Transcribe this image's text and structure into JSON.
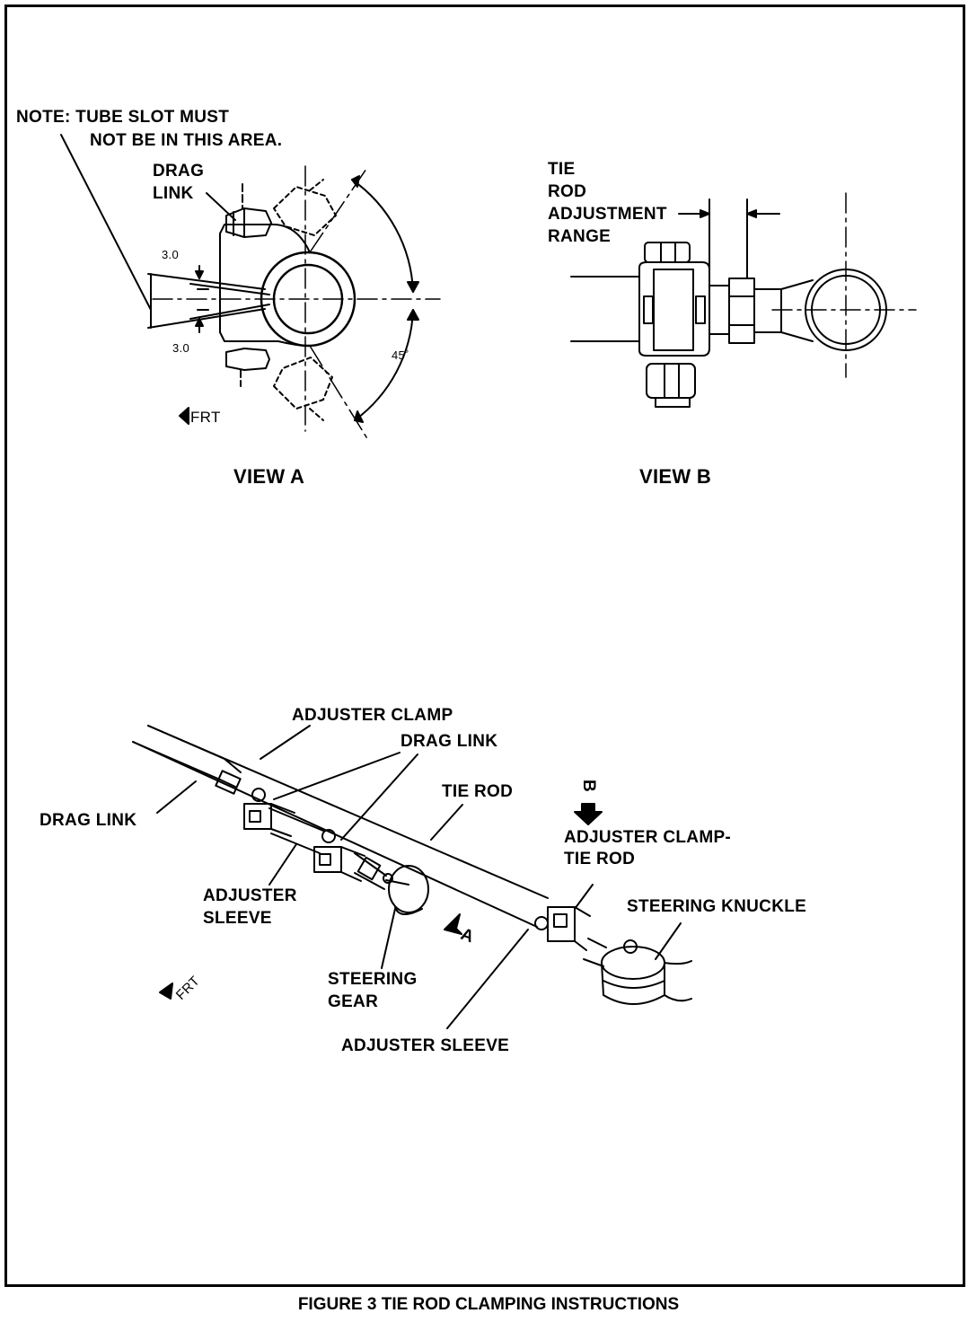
{
  "caption": "FIGURE 3 TIE ROD CLAMPING INSTRUCTIONS",
  "view_a": {
    "title": "VIEW A",
    "note_line1": "NOTE: TUBE SLOT MUST",
    "note_line2": "NOT BE IN THIS AREA.",
    "drag_link_line1": "DRAG",
    "drag_link_line2": "LINK",
    "dim_top": "3.0",
    "dim_bottom": "3.0",
    "angle": "45˚",
    "front": "FRT"
  },
  "view_b": {
    "title": "VIEW B",
    "range_line1": "TIE",
    "range_line2": "ROD",
    "range_line3": "ADJUSTMENT",
    "range_line4": "RANGE"
  },
  "assembly": {
    "adjuster_clamp": "ADJUSTER CLAMP",
    "drag_link_top": "DRAG LINK",
    "tie_rod": "TIE ROD",
    "view_b_marker": "B",
    "clamp_tie_rod_line1": "ADJUSTER CLAMP-",
    "clamp_tie_rod_line2": "TIE ROD",
    "drag_link_left": "DRAG LINK",
    "adjuster_sleeve_line1": "ADJUSTER",
    "adjuster_sleeve_line2": "SLEEVE",
    "steering_knuckle": "STEERING KNUCKLE",
    "view_a_marker": "A",
    "steering_gear_line1": "STEERING",
    "steering_gear_line2": "GEAR",
    "adjuster_sleeve_bottom": "ADJUSTER SLEEVE",
    "front": "FRT"
  }
}
